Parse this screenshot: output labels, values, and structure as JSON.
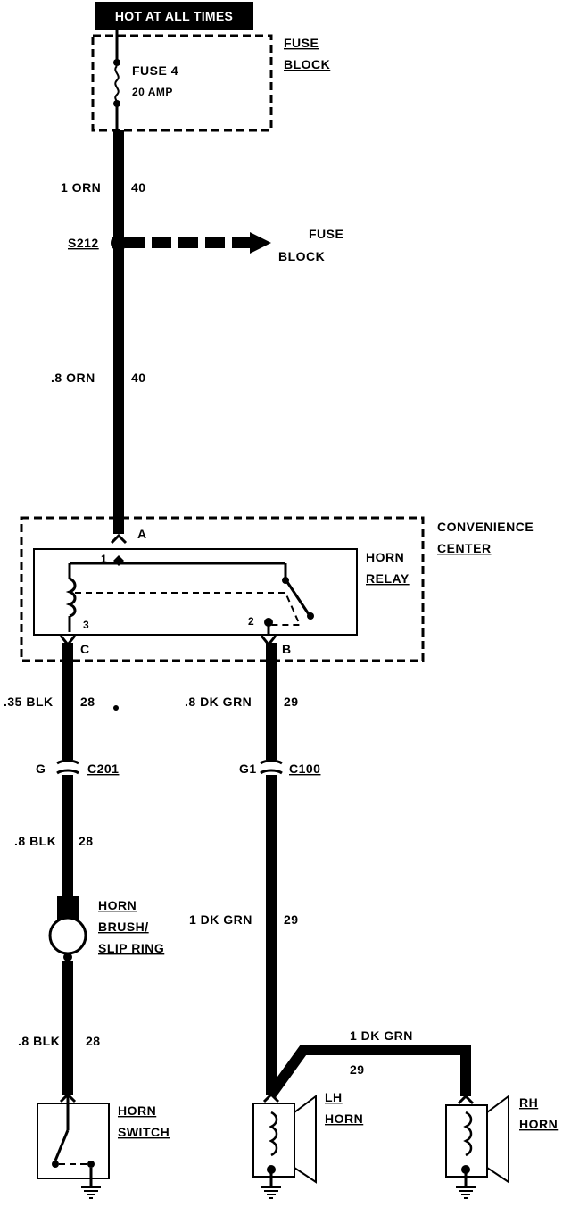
{
  "header": {
    "label": "HOT AT ALL TIMES"
  },
  "fuse_block": {
    "title_line1": "FUSE",
    "title_line2": "BLOCK",
    "fuse_name": "FUSE 4",
    "fuse_rating": "20 AMP"
  },
  "wires": {
    "orn_1": {
      "gauge_color": "1 ORN",
      "circuit": "40"
    },
    "orn_08": {
      "gauge_color": ".8 ORN",
      "circuit": "40"
    },
    "blk_035": {
      "gauge_color": ".35 BLK",
      "circuit": "28"
    },
    "blk_08_a": {
      "gauge_color": ".8 BLK",
      "circuit": "28"
    },
    "blk_08_b": {
      "gauge_color": ".8 BLK",
      "circuit": "28"
    },
    "dkgrn_08": {
      "gauge_color": ".8 DK GRN",
      "circuit": "29"
    },
    "dkgrn_1_a": {
      "gauge_color": "1 DK GRN",
      "circuit": "29"
    },
    "dkgrn_1_b": {
      "gauge_color": "1 DK GRN",
      "circuit": "29"
    }
  },
  "splice": {
    "id": "S212",
    "dest_line1": "FUSE",
    "dest_line2": "BLOCK"
  },
  "convenience_center": {
    "title_line1": "CONVENIENCE",
    "title_line2": "CENTER",
    "pin_a": "A",
    "pin_c": "C",
    "pin_b": "B"
  },
  "horn_relay": {
    "title_line1": "HORN",
    "title_line2": "RELAY",
    "pin_1": "1",
    "pin_2": "2",
    "pin_3": "3"
  },
  "connectors": {
    "c201": {
      "pin": "G",
      "name": "C201"
    },
    "c100": {
      "pin": "G1",
      "name": "C100"
    }
  },
  "horn_brush": {
    "line1": "HORN",
    "line2": "BRUSH/",
    "line3": "SLIP RING"
  },
  "horn_switch": {
    "line1": "HORN",
    "line2": "SWITCH"
  },
  "lh_horn": {
    "line1": "LH",
    "line2": "HORN"
  },
  "rh_horn": {
    "line1": "RH",
    "line2": "HORN"
  }
}
